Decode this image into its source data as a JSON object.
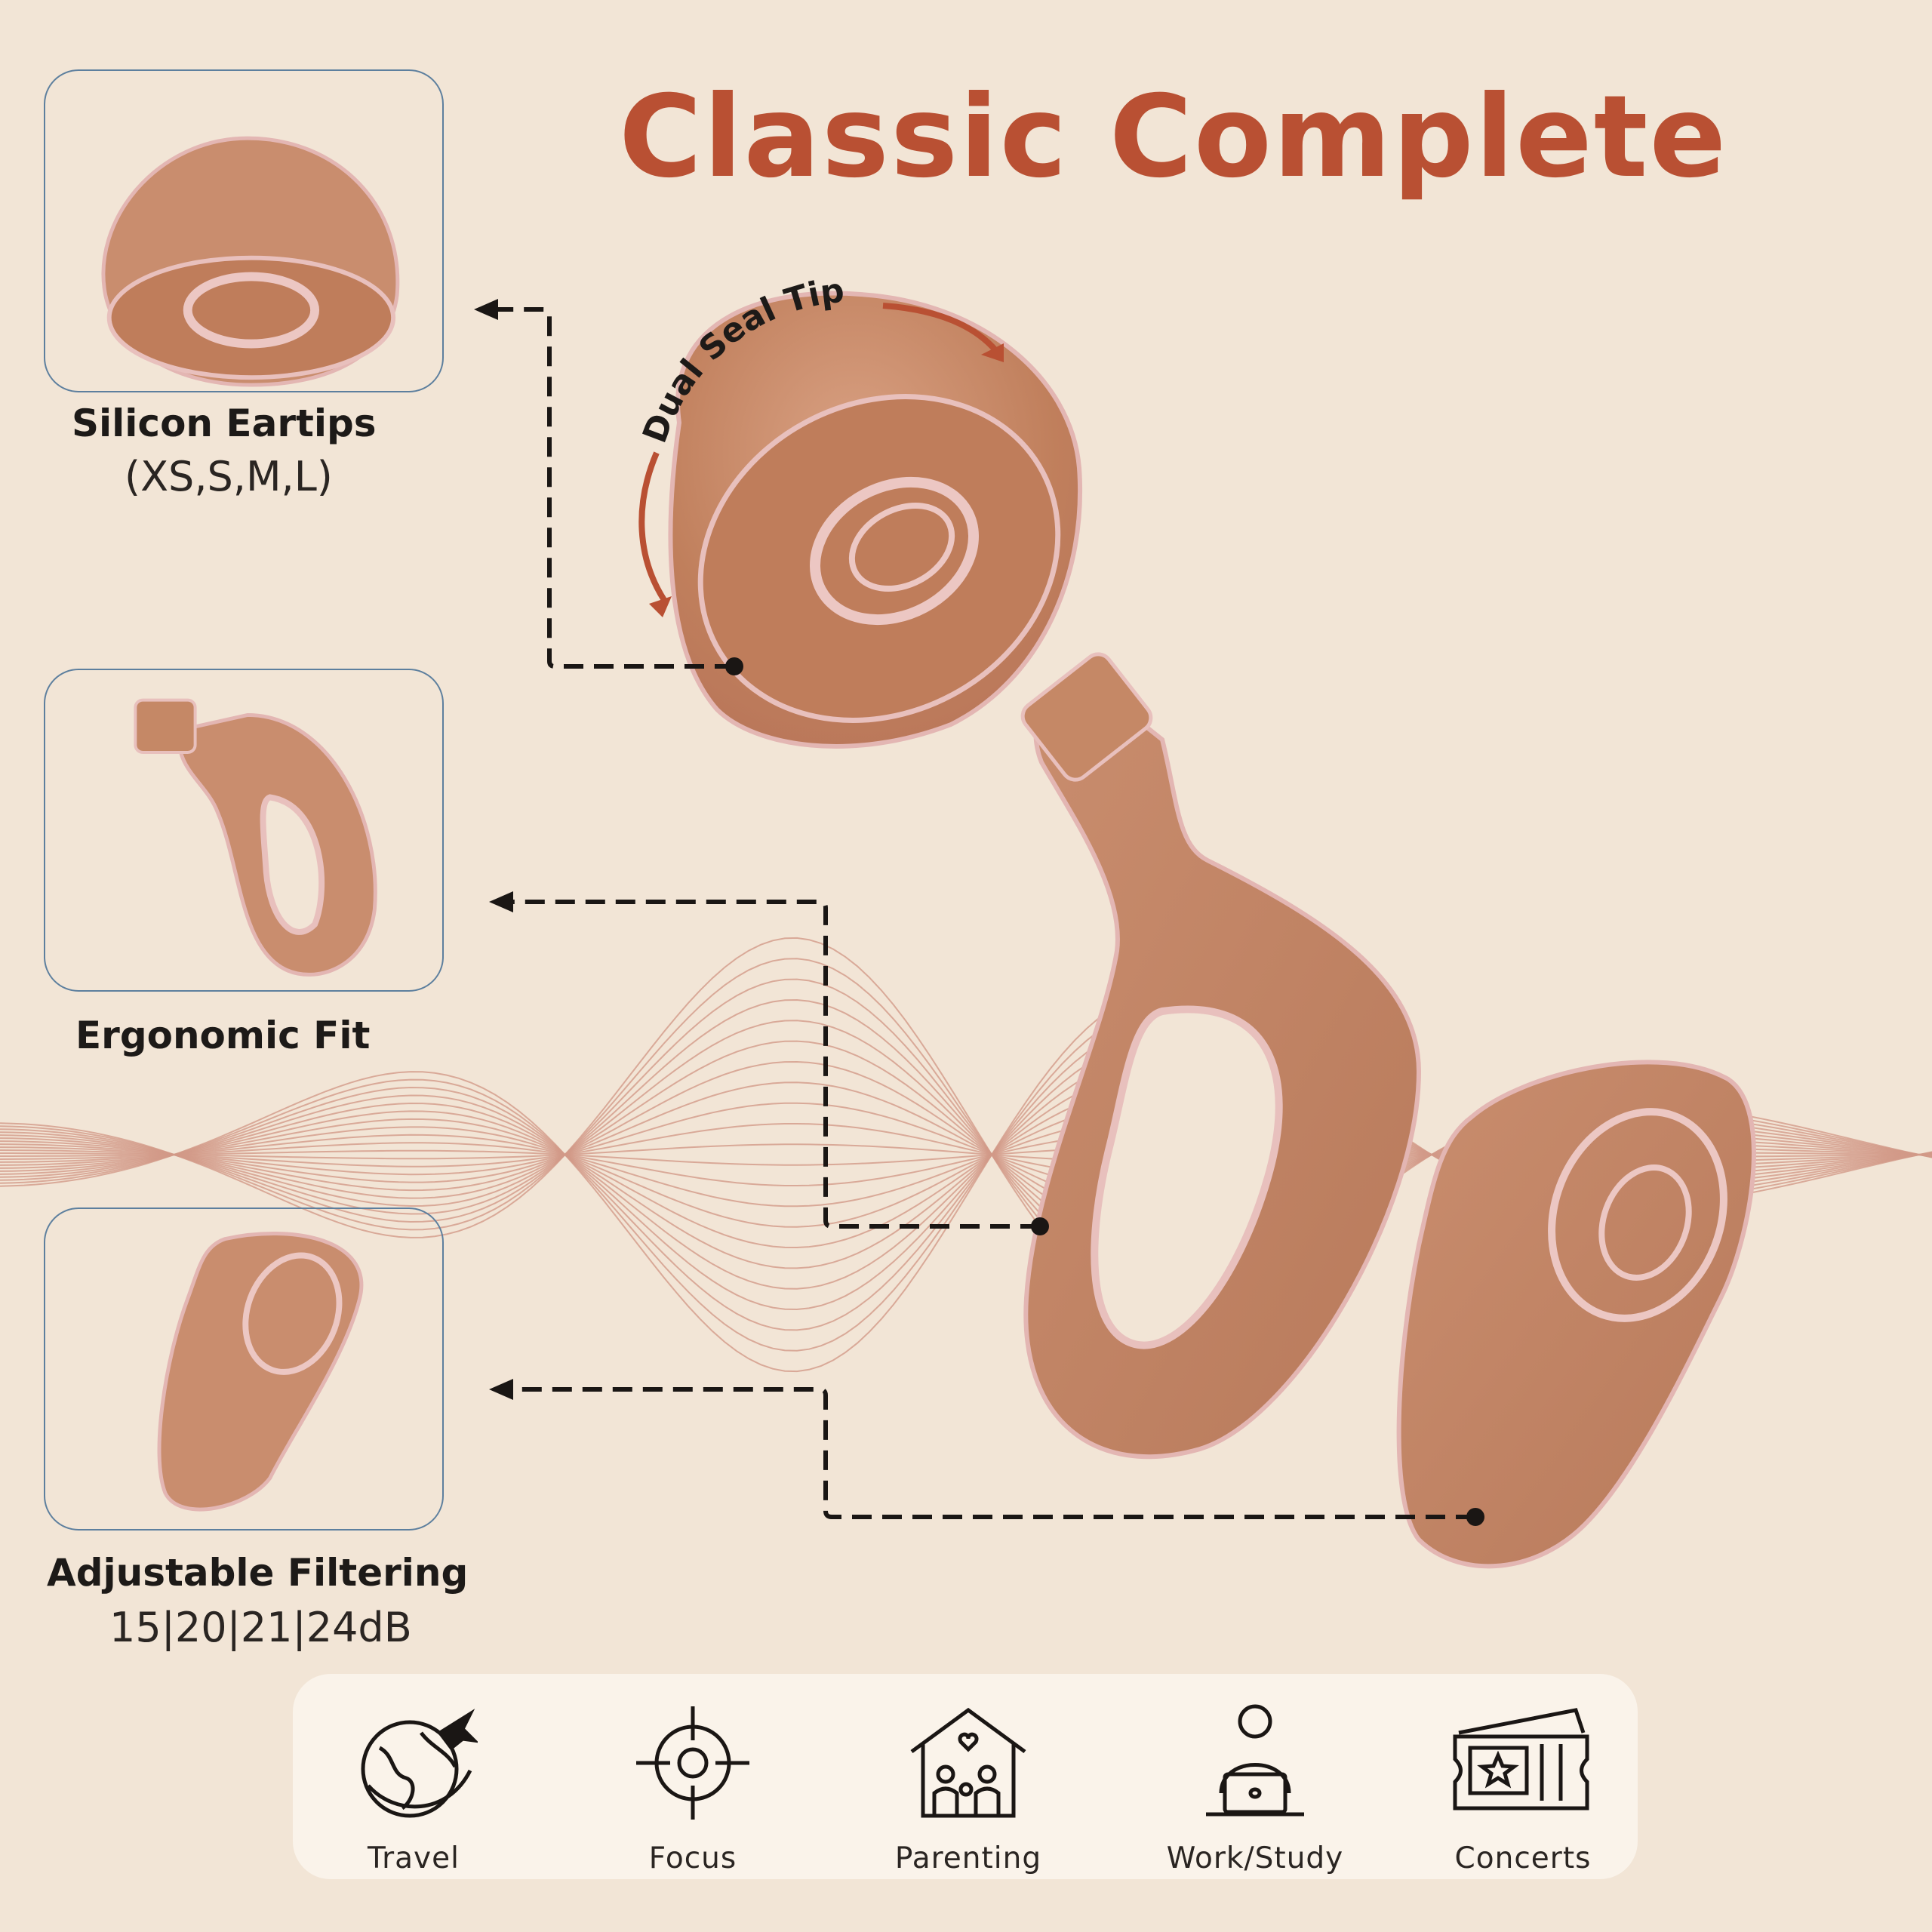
{
  "title": "Classic Complete",
  "callout": "Dual Seal Tip",
  "features": [
    {
      "label": "Silicon Eartips",
      "sub": "(XS,S,M,L)"
    },
    {
      "label": "Ergonomic Fit",
      "sub": ""
    },
    {
      "label": "Adjustable Filtering",
      "sub": "15|20|21|24dB"
    }
  ],
  "uses": [
    {
      "label": "Travel",
      "icon": "globe-airplane-icon"
    },
    {
      "label": "Focus",
      "icon": "target-crosshair-icon"
    },
    {
      "label": "Parenting",
      "icon": "family-house-icon"
    },
    {
      "label": "Work/Study",
      "icon": "person-laptop-icon"
    },
    {
      "label": "Concerts",
      "icon": "ticket-star-icon"
    }
  ],
  "colors": {
    "background": "#f2e5d6",
    "accent": "#b95033",
    "product": "#c98d6e",
    "panel": "#faf3ea",
    "border": "#5d7f9e"
  }
}
